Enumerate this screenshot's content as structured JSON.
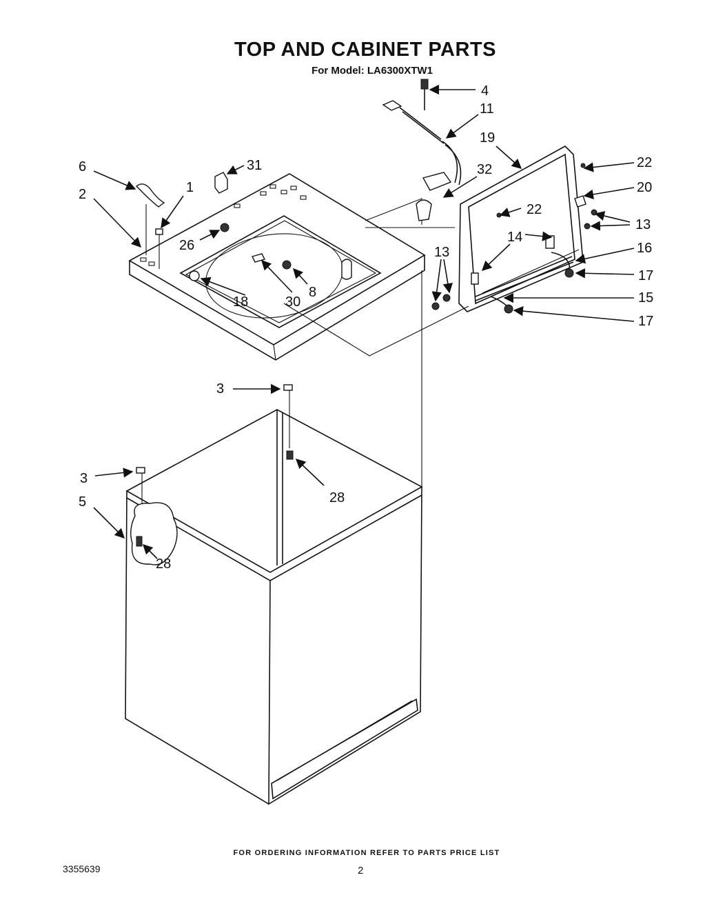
{
  "title": "TOP AND CABINET PARTS",
  "subtitle": "For Model: LA6300XTW1",
  "footer_note": "FOR ORDERING INFORMATION REFER TO PARTS PRICE LIST",
  "document_number": "3355639",
  "page_number": "2",
  "callouts": {
    "c1": "1",
    "c2": "2",
    "c3a": "3",
    "c3b": "3",
    "c4": "4",
    "c5": "5",
    "c6": "6",
    "c8": "8",
    "c11": "11",
    "c13a": "13",
    "c13b": "13",
    "c14": "14",
    "c15": "15",
    "c16": "16",
    "c17a": "17",
    "c17b": "17",
    "c18": "18",
    "c19": "19",
    "c20": "20",
    "c22a": "22",
    "c22b": "22",
    "c26": "26",
    "c28a": "28",
    "c28b": "28",
    "c30": "30",
    "c31": "31",
    "c32": "32"
  }
}
